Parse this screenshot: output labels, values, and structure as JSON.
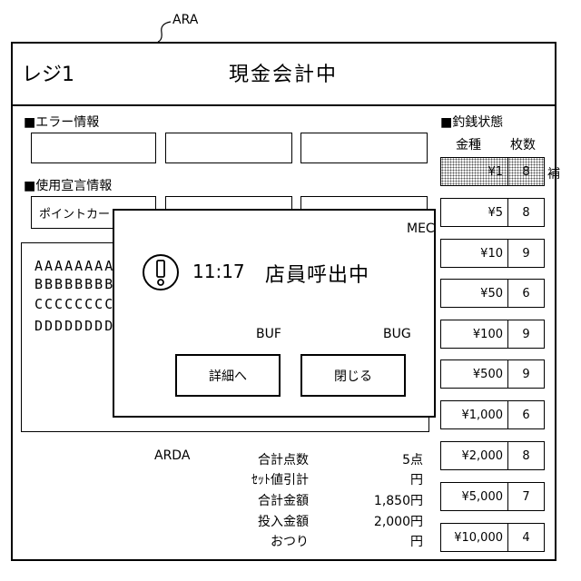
{
  "refs": {
    "ara": "ARA",
    "mec": "MEC",
    "buf": "BUF",
    "bug": "BUG",
    "arda": "ARDA"
  },
  "header": {
    "register": "レジ1",
    "title": "現金会計中"
  },
  "error_info": {
    "label": "■エラー情報"
  },
  "usage_declaration": {
    "label": "■使用宣言情報",
    "field1": "ポイントカード"
  },
  "log_lines": [
    "AAAAAAAA",
    "BBBBBBBB",
    "CCCCCCCC",
    "DDDDDDDD"
  ],
  "change_status": {
    "label": "■釣銭状態",
    "col_denomination": "金種",
    "col_count": "枚数",
    "refill_mark": "補",
    "rows": [
      {
        "denom": "¥1",
        "count": "8"
      },
      {
        "denom": "¥5",
        "count": "8"
      },
      {
        "denom": "¥10",
        "count": "9"
      },
      {
        "denom": "¥50",
        "count": "6"
      },
      {
        "denom": "¥100",
        "count": "9"
      },
      {
        "denom": "¥500",
        "count": "9"
      },
      {
        "denom": "¥1,000",
        "count": "6"
      },
      {
        "denom": "¥2,000",
        "count": "8"
      },
      {
        "denom": "¥5,000",
        "count": "7"
      },
      {
        "denom": "¥10,000",
        "count": "4"
      }
    ]
  },
  "totals": [
    {
      "label": "合計点数",
      "value": "5点"
    },
    {
      "label": "ｾｯﾄ値引計",
      "value": "円"
    },
    {
      "label": "合計金額",
      "value": "1,850円"
    },
    {
      "label": "投入金額",
      "value": "2,000円"
    },
    {
      "label": "おつり",
      "value": "円"
    }
  ],
  "popup": {
    "time": "11:17",
    "message": "店員呼出中",
    "icon": "alert-icon",
    "detail_button": "詳細へ",
    "close_button": "閉じる"
  }
}
